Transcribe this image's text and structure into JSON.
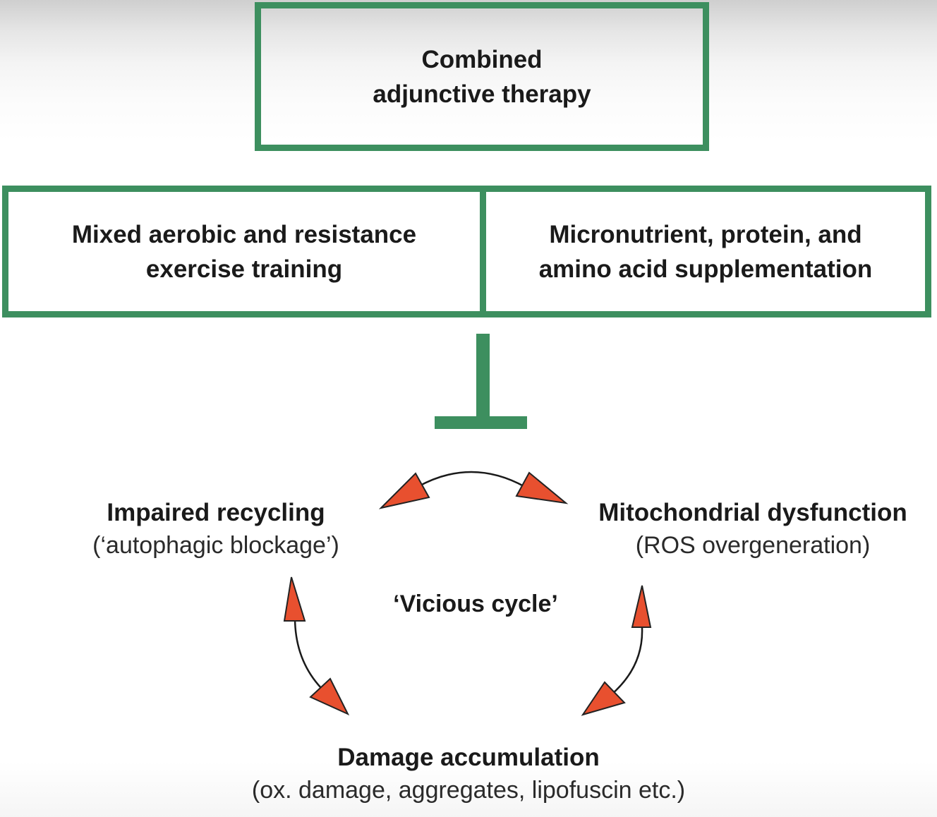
{
  "top_box": {
    "text": "Combined\nadjunctive therapy"
  },
  "left_box": {
    "text": "Mixed aerobic and resistance\nexercise training"
  },
  "right_box": {
    "text": "Micronutrient, protein, and\namino acid supplementation"
  },
  "cycle": {
    "center_label": "‘Vicious cycle’",
    "left_node": {
      "title": "Impaired recycling",
      "subtitle": "(‘autophagic blockage’)"
    },
    "right_node": {
      "title": "Mitochondrial dysfunction",
      "subtitle": "(ROS overgeneration)"
    },
    "bottom_node": {
      "title": "Damage accumulation",
      "subtitle": "(ox. damage, aggregates, lipofuscin etc.)"
    }
  },
  "colors": {
    "box_border": "#3d8f5f",
    "inhibitor": "#3d8f5f",
    "arrowhead_fill": "#e8502f",
    "arrow_line": "#1a1a1a"
  }
}
